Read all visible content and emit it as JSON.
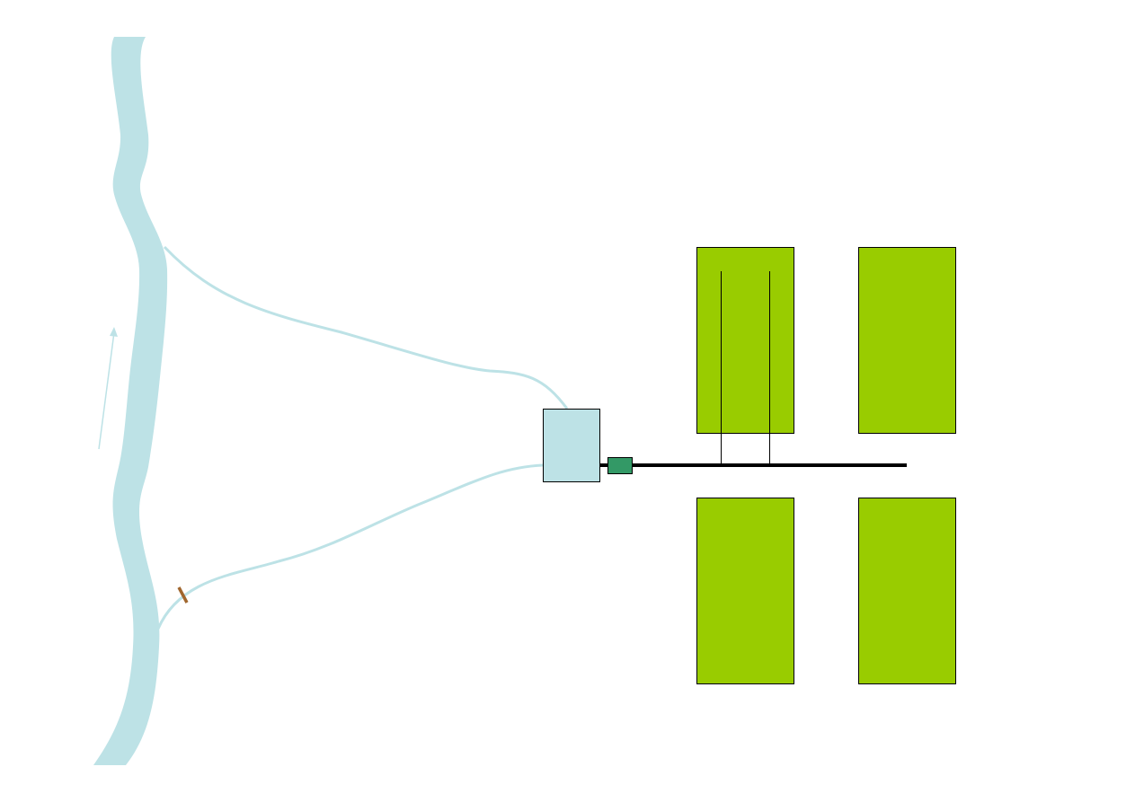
{
  "diagram": {
    "colors": {
      "background": "#ffffff",
      "river": "#bde2e6",
      "canal": "#bde2e6",
      "reservoir": "#bde2e6",
      "field": "#99cc00",
      "pump": "#339966",
      "pipe": "#000000",
      "gate": "#a0662e",
      "flow_arrow": "#bde2e6"
    },
    "elements": [
      "river",
      "flow-direction-arrow",
      "intake-canal",
      "return-canal",
      "sluice-gate",
      "reservoir",
      "pump",
      "main-pipe",
      "lateral-pipe",
      "field"
    ]
  }
}
